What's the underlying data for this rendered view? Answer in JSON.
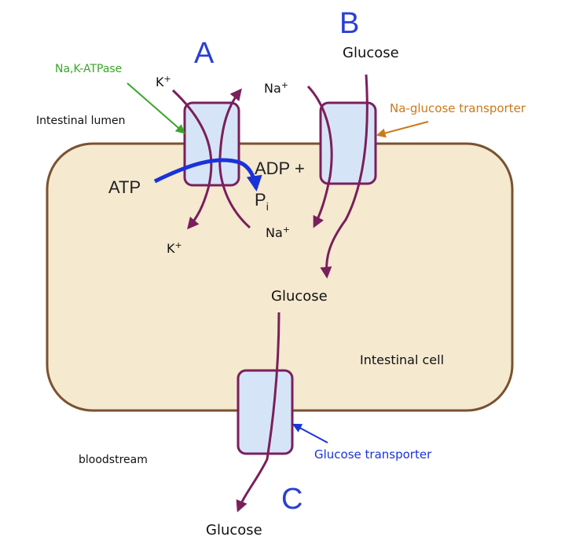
{
  "labels": {
    "A": "A",
    "B": "B",
    "C": "C",
    "na_k_atpase": "Na,K-ATPase",
    "intestinal_lumen": "Intestinal lumen",
    "k_top": "K",
    "k_bottom": "K",
    "na_top": "Na",
    "na_bottom": "Na",
    "plus": "+",
    "glucose_top": "Glucose",
    "glucose_mid": "Glucose",
    "glucose_bottom": "Glucose",
    "na_glucose_transporter": "Na-glucose transporter",
    "atp": "ATP",
    "adp": "ADP +",
    "pi_p": "P",
    "pi_sub": "i",
    "intestinal_cell": "Intestinal cell",
    "glucose_transporter": "Glucose transporter",
    "bloodstream": "bloodstream"
  },
  "colors": {
    "cell_fill": "#f5e9d0",
    "cell_stroke": "#7a5230",
    "transporter_fill": "#d6e4f7",
    "transporter_stroke": "#7a1f5c",
    "arrow": "#7a1f5c",
    "atp_arrow": "#1a33d9",
    "label_blue": "#2a3fd4",
    "green": "#3aa52a",
    "orange": "#c97a1a"
  }
}
